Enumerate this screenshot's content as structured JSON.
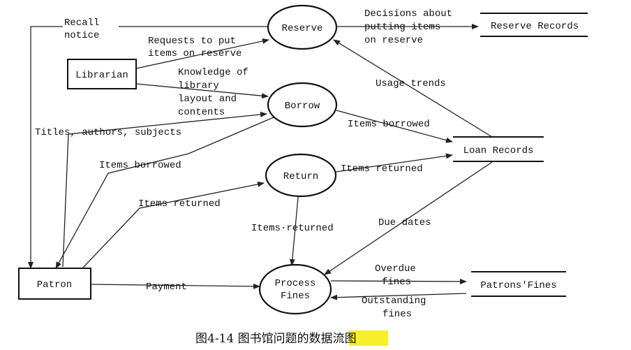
{
  "entities": {
    "librarian": "Librarian",
    "patron": "Patron"
  },
  "processes": {
    "reserve": "Reserve",
    "borrow": "Borrow",
    "return": "Return",
    "process_fines": [
      "Process",
      "Fines"
    ]
  },
  "stores": {
    "reserve_records": "Reserve Records",
    "loan_records": "Loan Records",
    "patrons_fines": "Patrons'Fines"
  },
  "flows": {
    "recall_notice": [
      "Recall",
      "notice"
    ],
    "requests_reserve": [
      "Requests to put",
      "items on reserve"
    ],
    "decisions": [
      "Decisions about",
      "putting items",
      "on reserve"
    ],
    "knowledge": [
      "Knowledge of",
      "library",
      "layout and",
      "contents"
    ],
    "titles": "Titles, authors, subjects",
    "usage_trends": "Usage trends",
    "items_borrowed_right": "Items borrowed",
    "items_borrowed_left": "Items borrowed",
    "items_returned_right": "Items returned",
    "items_returned_left": "Items returned",
    "items_returned_down": "Items·returned",
    "due_dates": "Due dates",
    "payment": "Payment",
    "overdue_fines": [
      "Overdue",
      "fines"
    ],
    "outstanding_fines": [
      "Outstanding",
      "fines"
    ]
  },
  "caption": {
    "prefix": "图4-14   图书馆问题的",
    "highlight": "数据流",
    "suffix": "图"
  }
}
